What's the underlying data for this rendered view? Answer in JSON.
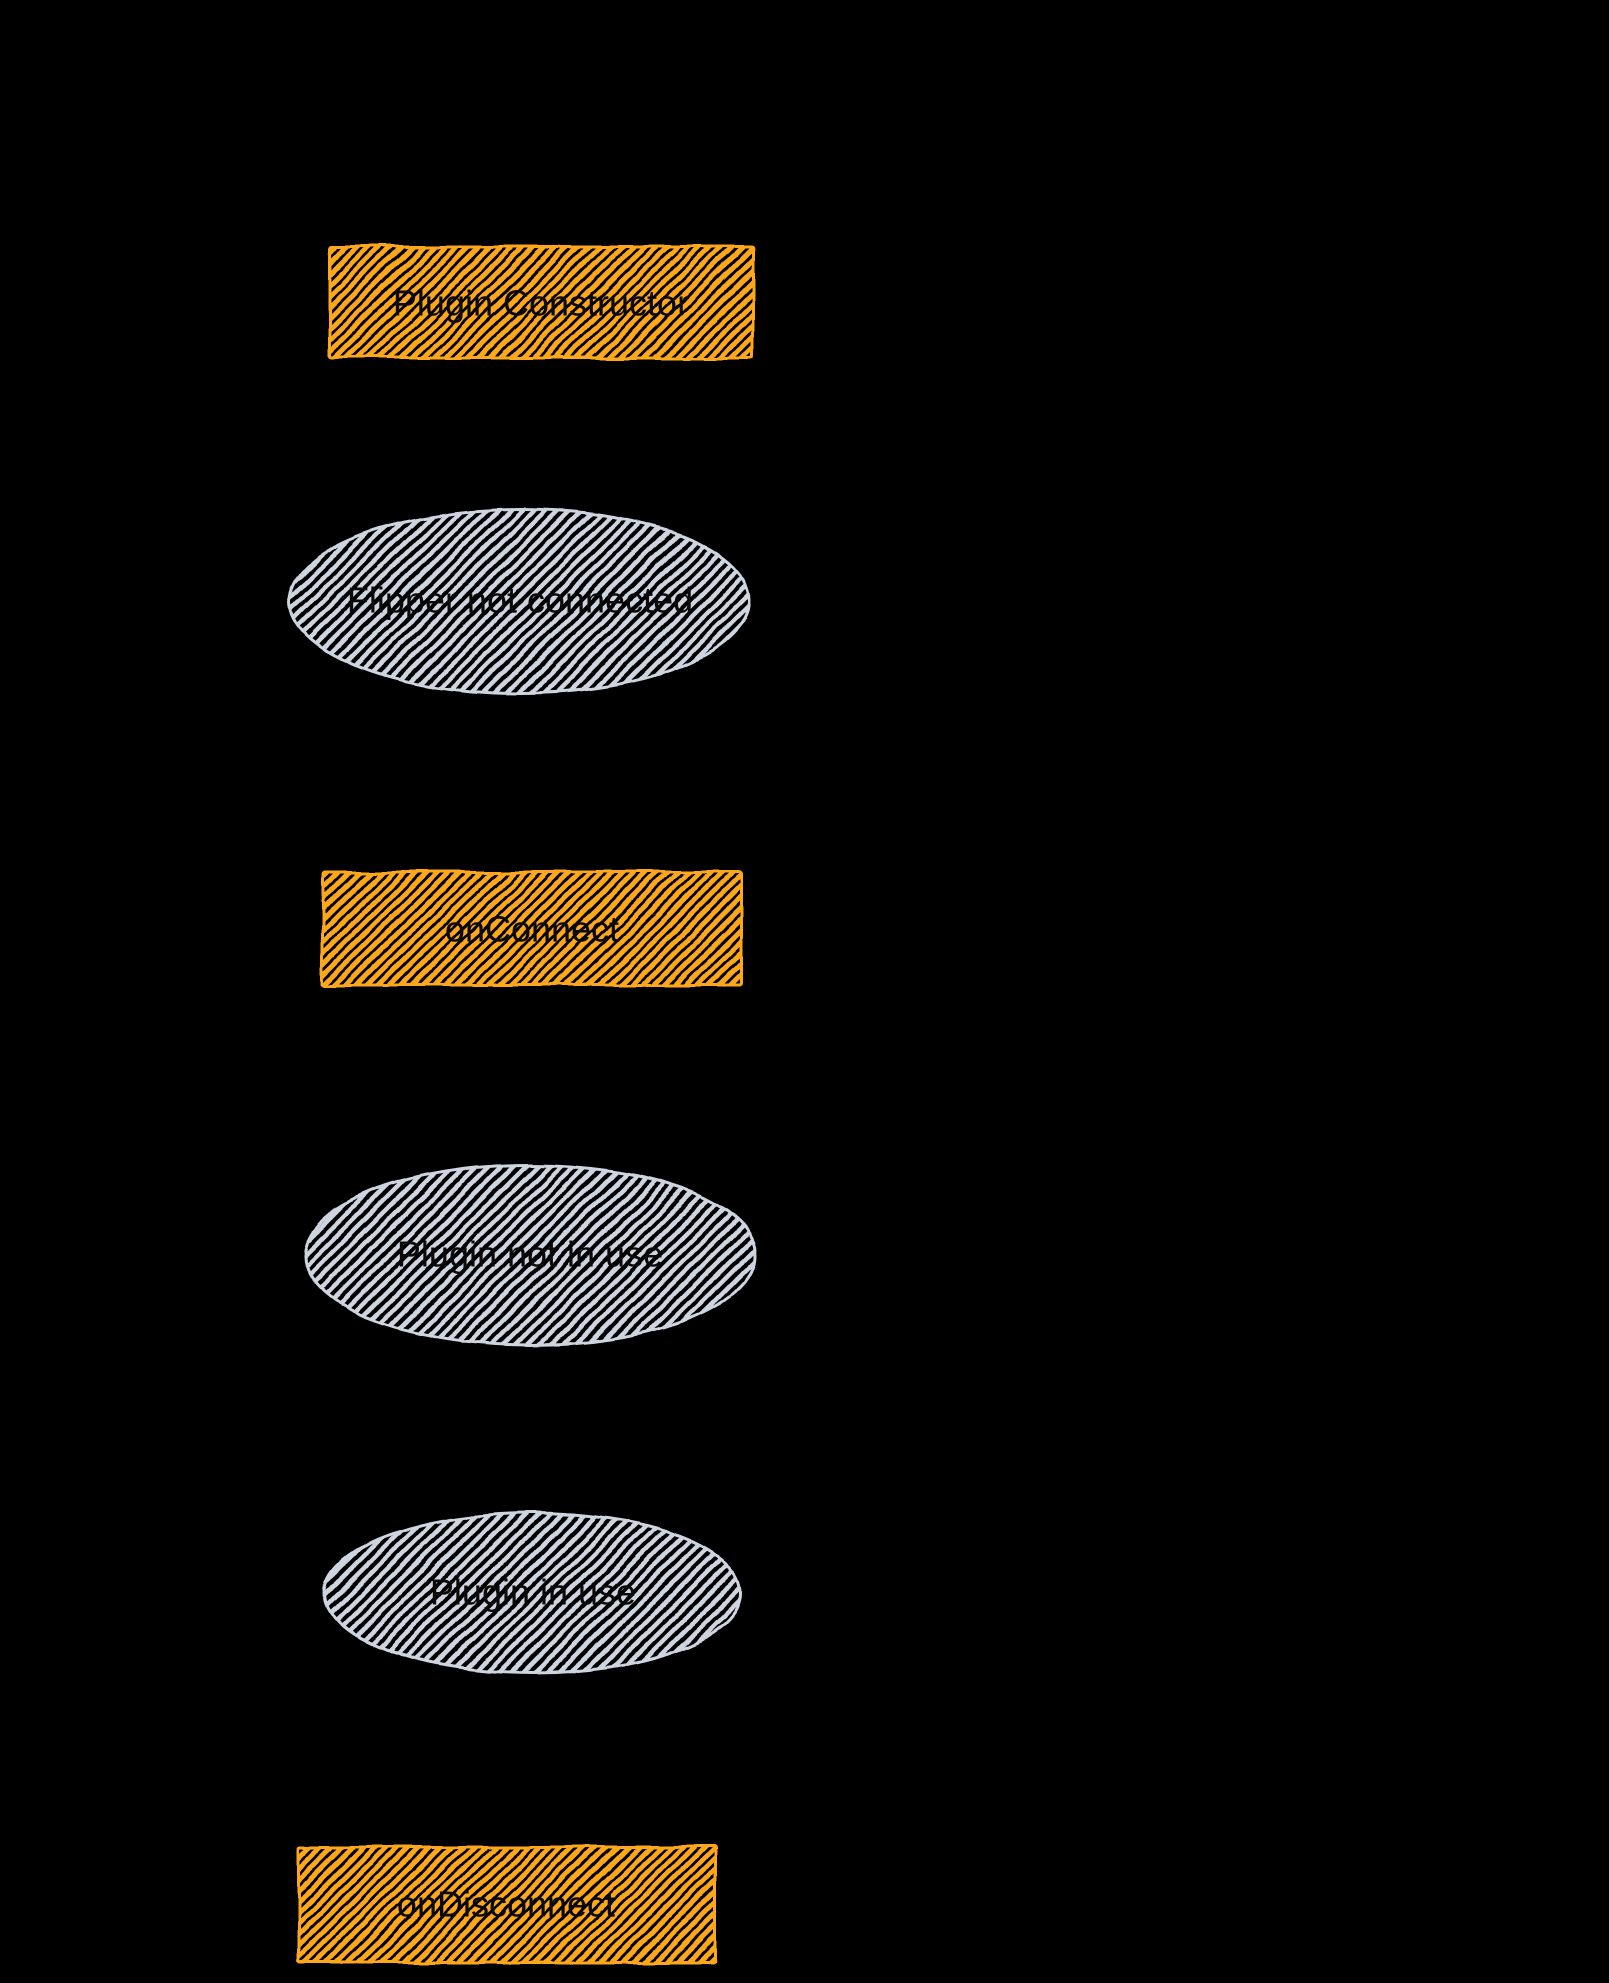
{
  "diagram": {
    "background": "#000000",
    "style": "hand-drawn-hatched",
    "colors": {
      "callback_fill": "#FCA71F",
      "state_fill": "#CDD5E0",
      "text": "#0a0a0a"
    },
    "nodes": [
      {
        "id": "plugin-constructor",
        "shape": "rect",
        "kind": "callback",
        "label": "Plugin Constructor"
      },
      {
        "id": "flipper-not-connected",
        "shape": "ellipse",
        "kind": "state",
        "label": "Flipper not connected"
      },
      {
        "id": "on-connect",
        "shape": "rect",
        "kind": "callback",
        "label": "onConnect"
      },
      {
        "id": "plugin-not-in-use",
        "shape": "ellipse",
        "kind": "state",
        "label": "Plugin not in use"
      },
      {
        "id": "plugin-in-use",
        "shape": "ellipse",
        "kind": "state",
        "label": "Plugin in use"
      },
      {
        "id": "on-disconnect",
        "shape": "rect",
        "kind": "callback",
        "label": "onDisconnect"
      }
    ]
  }
}
